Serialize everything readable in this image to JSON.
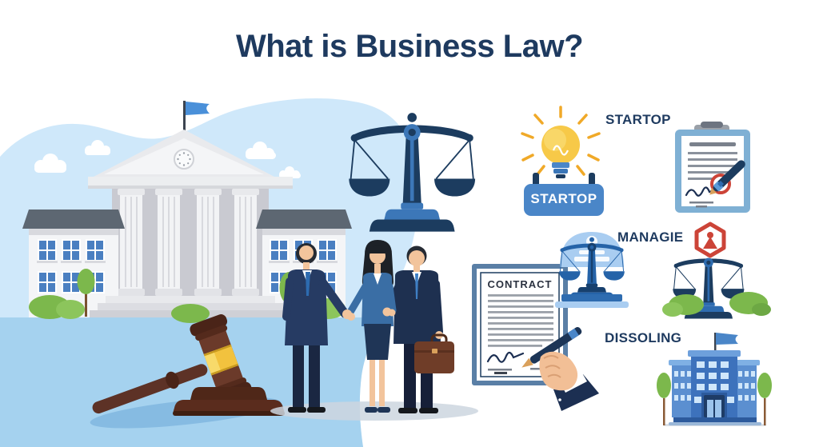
{
  "title": "What is Business Law?",
  "sections": {
    "startup": {
      "label": "STARTOP",
      "sign_text": "STARTOP"
    },
    "manage": {
      "label": "MANAGIE"
    },
    "dissolve": {
      "label": "DISSOLING"
    },
    "contract": {
      "heading": "CONTRACT"
    }
  },
  "icons": {
    "courthouse": "courthouse-illustration",
    "scales_large": "scales-of-justice-icon",
    "gavel": "gavel-icon",
    "people": "business-handshake-illustration",
    "contract_doc": "contract-document",
    "signing_hand": "hand-signing-pen-icon",
    "startup_bulb": "lightbulb-idea-icon",
    "startup_sign": "startup-sign",
    "signed_document": "signed-document-pen-seal-icon",
    "manage_scales": "scales-with-dome-icon",
    "compliance_scales": "scales-with-person-hexagon-icon",
    "office_building": "office-building-icon"
  },
  "colors": {
    "navy": "#1e3a5f",
    "blob-blue": "#cfe8fa",
    "ground-blue": "#a5d2ef",
    "accent-blue": "#4a86c8",
    "bulb-yellow": "#f7c948",
    "alert-red": "#cc4438",
    "bush-green": "#7cb84c",
    "building-blue": "#3d72bc",
    "gavel-brown": "#5d3226",
    "gavel-gold": "#f2c23e"
  }
}
